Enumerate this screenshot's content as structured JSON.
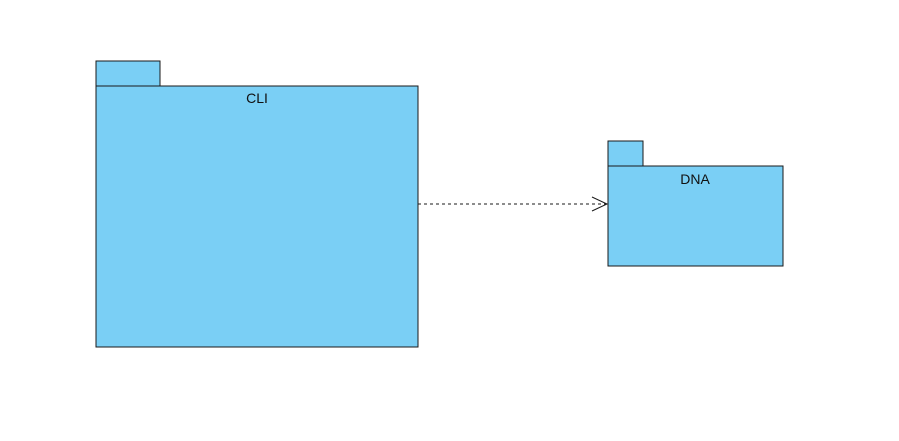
{
  "diagram": {
    "type": "uml-package-diagram",
    "colors": {
      "package_fill": "#7ACFF5",
      "package_stroke": "#1a1a1a",
      "connector": "#1a1a1a",
      "background": "#ffffff"
    },
    "packages": [
      {
        "id": "cli",
        "label": "CLI"
      },
      {
        "id": "dna",
        "label": "DNA"
      }
    ],
    "dependencies": [
      {
        "from": "cli",
        "to": "dna",
        "style": "dashed",
        "arrowhead": "open"
      }
    ]
  }
}
